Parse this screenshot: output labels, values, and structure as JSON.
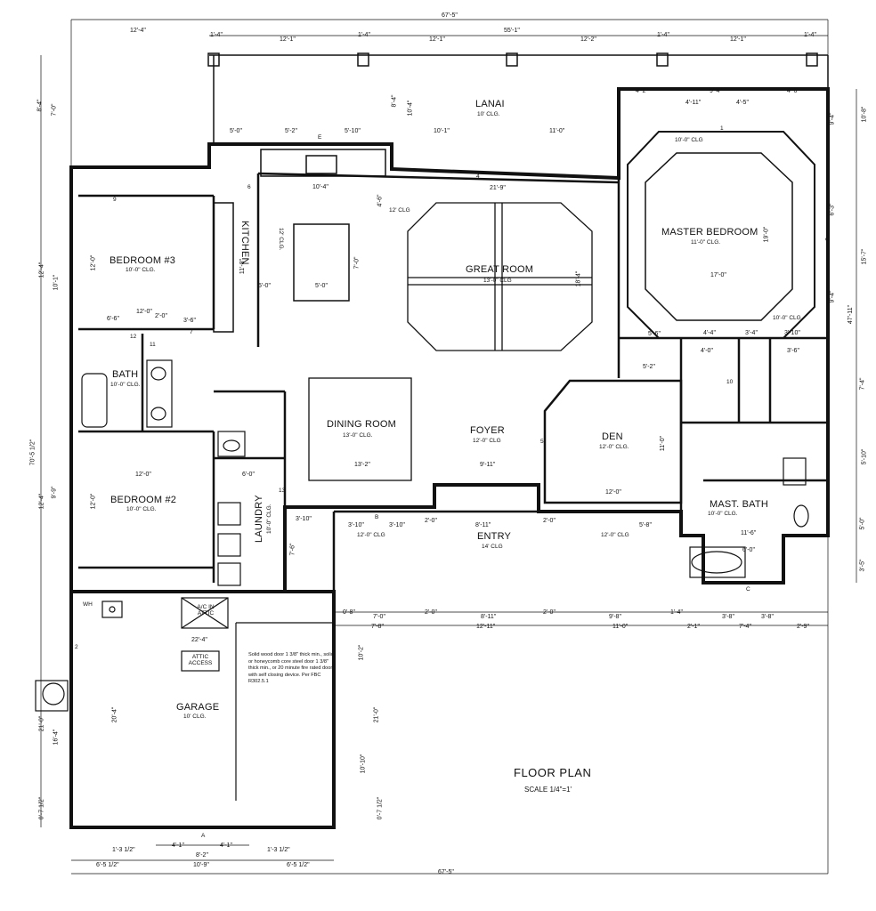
{
  "title": "FLOOR PLAN",
  "scale": "SCALE 1/4\"=1'",
  "rooms": {
    "lanai": {
      "name": "LANAI",
      "clg": "10' CLG."
    },
    "master_bedroom": {
      "name": "MASTER BEDROOM",
      "clg": "11'-0\" CLG."
    },
    "master_clg_top": "10'-0\" CLG",
    "master_clg_bottom": "10'-0\" CLG",
    "great_room": {
      "name": "GREAT ROOM",
      "clg": "13'-0\" CLG"
    },
    "great_clg_12": "12' CLG",
    "kitchen": {
      "name": "KITCHEN",
      "clg": "12' CLG."
    },
    "bedroom3": {
      "name": "BEDROOM #3",
      "clg": "10'-0\" CLG."
    },
    "bath": {
      "name": "BATH",
      "clg": "10'-0\" CLG."
    },
    "bedroom2": {
      "name": "BEDROOM #2",
      "clg": "10'-0\" CLG."
    },
    "dining": {
      "name": "DINING ROOM",
      "clg": "13'-0\" CLG."
    },
    "foyer": {
      "name": "FOYER",
      "clg": "12'-0\" CLG"
    },
    "den": {
      "name": "DEN",
      "clg": "12'-0\" CLG."
    },
    "laundry": {
      "name": "LAUNDRY",
      "clg": "10'-0\" CLG."
    },
    "entry": {
      "name": "ENTRY",
      "clg": "14' CLG"
    },
    "entry_side_left": "12'-0\" CLG",
    "entry_side_right": "12'-0\" CLG",
    "mast_bath": {
      "name": "MAST. BATH",
      "clg": "10'-0\" CLG."
    },
    "garage": {
      "name": "GARAGE",
      "clg": "10' CLG."
    }
  },
  "labels": {
    "ac_attic": "A/C IN ATTIC",
    "attic_access": "ATTIC ACCESS",
    "wh": "WH",
    "door_note": "Solid wood door 1 3/8\" thick min., solid or honeycomb core steel door 1 3/8\" thick min., or 20 minute fire rated door with self closing device. Per FBC R302.5.1"
  },
  "dims": {
    "overall_top": "67'-5\"",
    "overall_bottom": "67'-5\"",
    "top_55_1": "55'-1\"",
    "top_12_4": "12'-4\"",
    "top_1_4_a": "1'-4\"",
    "top_12_1_a": "12'-1\"",
    "top_1_4_b": "1'-4\"",
    "top_12_1_b": "12'-1\"",
    "top_12_2": "12'-2\"",
    "top_1_4_c": "1'-4\"",
    "top_12_1_c": "12'-1\"",
    "top_1_4_d": "1'-4\"",
    "k_5_0": "5'-0\"",
    "k_5_2": "5'-2\"",
    "k_5_10": "5'-10\"",
    "k_10_1": "10'-1\"",
    "k_11_0": "11'-0\"",
    "gr_10_4": "10'-4\"",
    "gr_21_9": "21'-9\"",
    "m_4_2": "4'-2\"",
    "m_9_4": "9'-4\"",
    "m_4_6": "4'-6\"",
    "m_4_11": "4'-11\"",
    "m_4_5": "4'-5\"",
    "m_17_0": "17'-0\"",
    "m_19_0": "19'-0\"",
    "b3_12_0": "12'-0\"",
    "b3_12_0w": "12'-0\"",
    "b3_6_6": "6'-6\"",
    "b3_2_0": "2'-0\"",
    "b3_3_6": "3'-6\"",
    "kit_11_8": "11'-8\"",
    "kit_5_0": "5'-0\"",
    "kit_5_0b": "5'-0\"",
    "kit_7_0": "7'-0\"",
    "kit_4_6": "4'-6\"",
    "gr_18_4": "18'-4\"",
    "b2_12_0": "12'-0\"",
    "b2_12_0h": "12'-0\"",
    "dr_13_2": "13'-2\"",
    "fo_9_11": "9'-11\"",
    "den_12_0": "12'-0\"",
    "den_11_0": "11'-0\"",
    "lau_6_0": "6'-0\"",
    "lau_7_6": "7'-6\"",
    "lau_3_10": "3'-10\"",
    "e_3_10": "3'-10\"",
    "e_3_10b": "3'-10\"",
    "e_2_0": "2'-0\"",
    "e_8_11": "8'-11\"",
    "e_2_0b": "2'-0\"",
    "e_5_8": "5'-8\"",
    "mb_11_6": "11'-6\"",
    "mb_6_0": "6'-0\"",
    "mb_4_0": "4'-0\"",
    "mb_3_6": "3'-6\"",
    "mb_4_4": "4'-4\"",
    "mb_3_4": "3'-4\"",
    "mb_3_10": "3'-10\"",
    "mb_5_2": "5'-2\"",
    "mb_5_6": "5'-6\"",
    "row_0_8": "0'-8\"",
    "row_7_0": "7'-0\"",
    "row_2_0": "2'-0\"",
    "row_8_11": "8'-11\"",
    "row_2_0b": "2'-0\"",
    "row_9_8": "9'-8\"",
    "row_1_4": "1'-4\"",
    "row_3_8a": "3'-8\"",
    "row_3_8b": "3'-8\"",
    "row2_7_8": "7'-8\"",
    "row2_12_11": "12'-11\"",
    "row2_11_0": "11'-0\"",
    "row2_2_1": "2'-1\"",
    "row2_7_4": "7'-4\"",
    "row2_2_9": "2'-9\"",
    "g_22_4": "22'-4\"",
    "g_20_4": "20'-4\"",
    "g_21_0": "21'-0\"",
    "g_10_2": "10'-2\"",
    "g_10_10": "10'-10\"",
    "gb_1_3_l": "1'-3 1/2\"",
    "gb_4_1_l": "4'-1\"",
    "gb_4_1_r": "4'-1\"",
    "gb_1_3_r": "1'-3 1/2\"",
    "gb_8_2": "8'-2\"",
    "gb_6_5_l": "6'-5 1/2\"",
    "gb_10_9": "10'-9\"",
    "gb_6_5_r": "6'-5 1/2\"",
    "left_70_5": "70'-5 1/2\"",
    "left_12_4a": "12'-4\"",
    "left_12_4b": "12'-4\"",
    "left_8_4": "8'-4\"",
    "left_7_0": "7'-0\"",
    "left_10_1": "10'-1\"",
    "left_9_9": "9'-9\"",
    "left_16_4": "16'-4\"",
    "left_21_0": "21'-0\"",
    "left_0_7": "0'-7 1/2\"",
    "right_47_11": "47'-11\"",
    "right_10_8": "10'-8\"",
    "right_15_7": "15'-7\"",
    "right_9_4a": "9'-4\"",
    "right_9_4b": "9'-4\"",
    "right_6_3": "6'-3\"",
    "right_7_4": "7'-4\"",
    "right_5_10": "5'-10\"",
    "right_5_0": "5'-0\"",
    "right_3_5": "3'-5\"",
    "lanai_8_4": "8'-4\"",
    "lanai_10_4": "10'-4\"",
    "g_0_7": "0'-7 1/2\""
  },
  "tags": [
    "A",
    "B",
    "C",
    "E",
    "G",
    "1",
    "2",
    "4",
    "5",
    "6",
    "7",
    "9",
    "10",
    "11",
    "12",
    "13"
  ]
}
